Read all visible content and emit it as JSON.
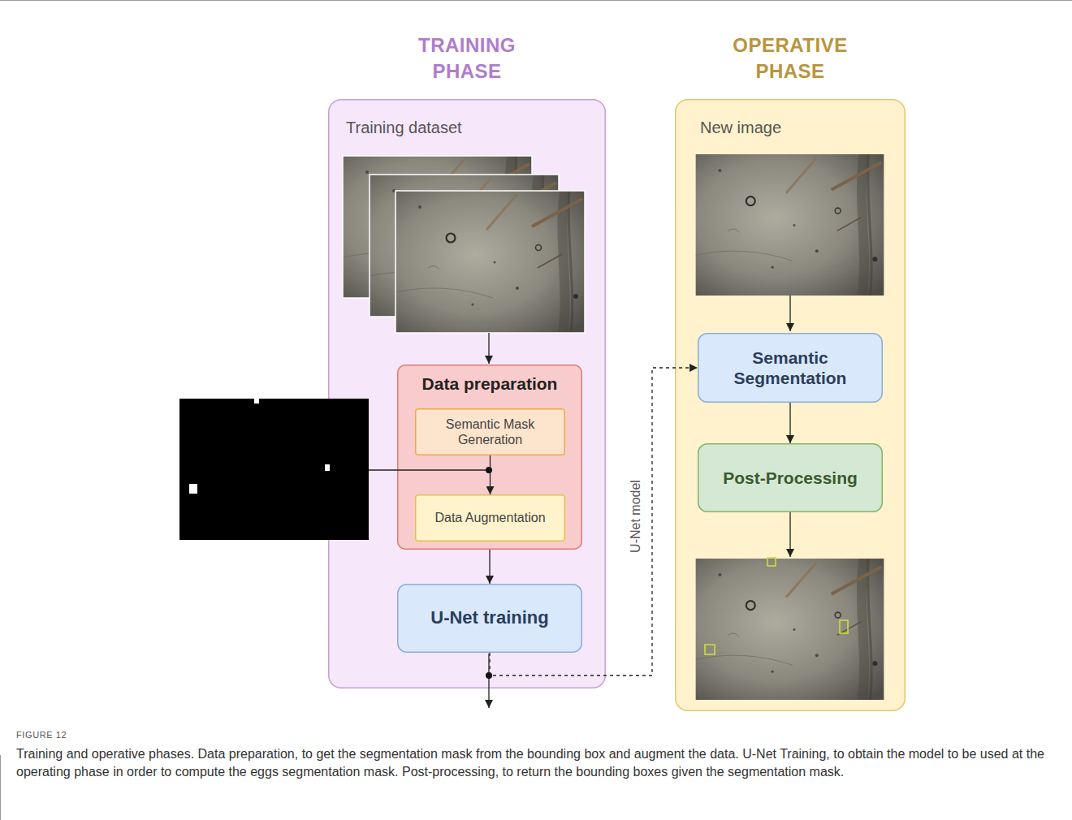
{
  "diagram": {
    "caption": "Training and operative phases. Data preparation, to get the segmentation mask from the bounding box and augment the data. U-Net Training, to obtain the model to be used at the operating phase in order to compute the eggs segmentation mask. Post-processing, to return the bounding boxes given the segmentation mask.",
    "nodes": [
      {
        "text": [
          "TRAINING PHASE",
          "Training dataset"
        ]
      },
      {
        "text": [
          "Data preparation"
        ],
        "in": 0
      },
      {
        "text": [
          "Semantic Mask Generation"
        ],
        "in": 1
      },
      {
        "text": [
          "Data Augmentation"
        ],
        "in": 1
      },
      {
        "text": [
          "U-Net training"
        ],
        "in": 0
      },
      {
        "text": [
          "OPERATIVE PHASE",
          "New image"
        ]
      },
      {
        "text": [
          "Semantic Segmentation"
        ],
        "in": 5
      },
      {
        "text": [
          "Post-Processing"
        ],
        "in": 5
      }
    ],
    "edges": [
      {
        "from": 2,
        "to": 3,
        "arrow": "to"
      },
      {
        "from": 1,
        "to": 4,
        "arrow": "to"
      },
      {
        "from": 4,
        "to": 6,
        "arrow": "to",
        "label": "U-Net model"
      },
      {
        "from": 6,
        "to": 7,
        "arrow": "to"
      }
    ],
    "labels": [
      "FIGURE 12"
    ]
  }
}
